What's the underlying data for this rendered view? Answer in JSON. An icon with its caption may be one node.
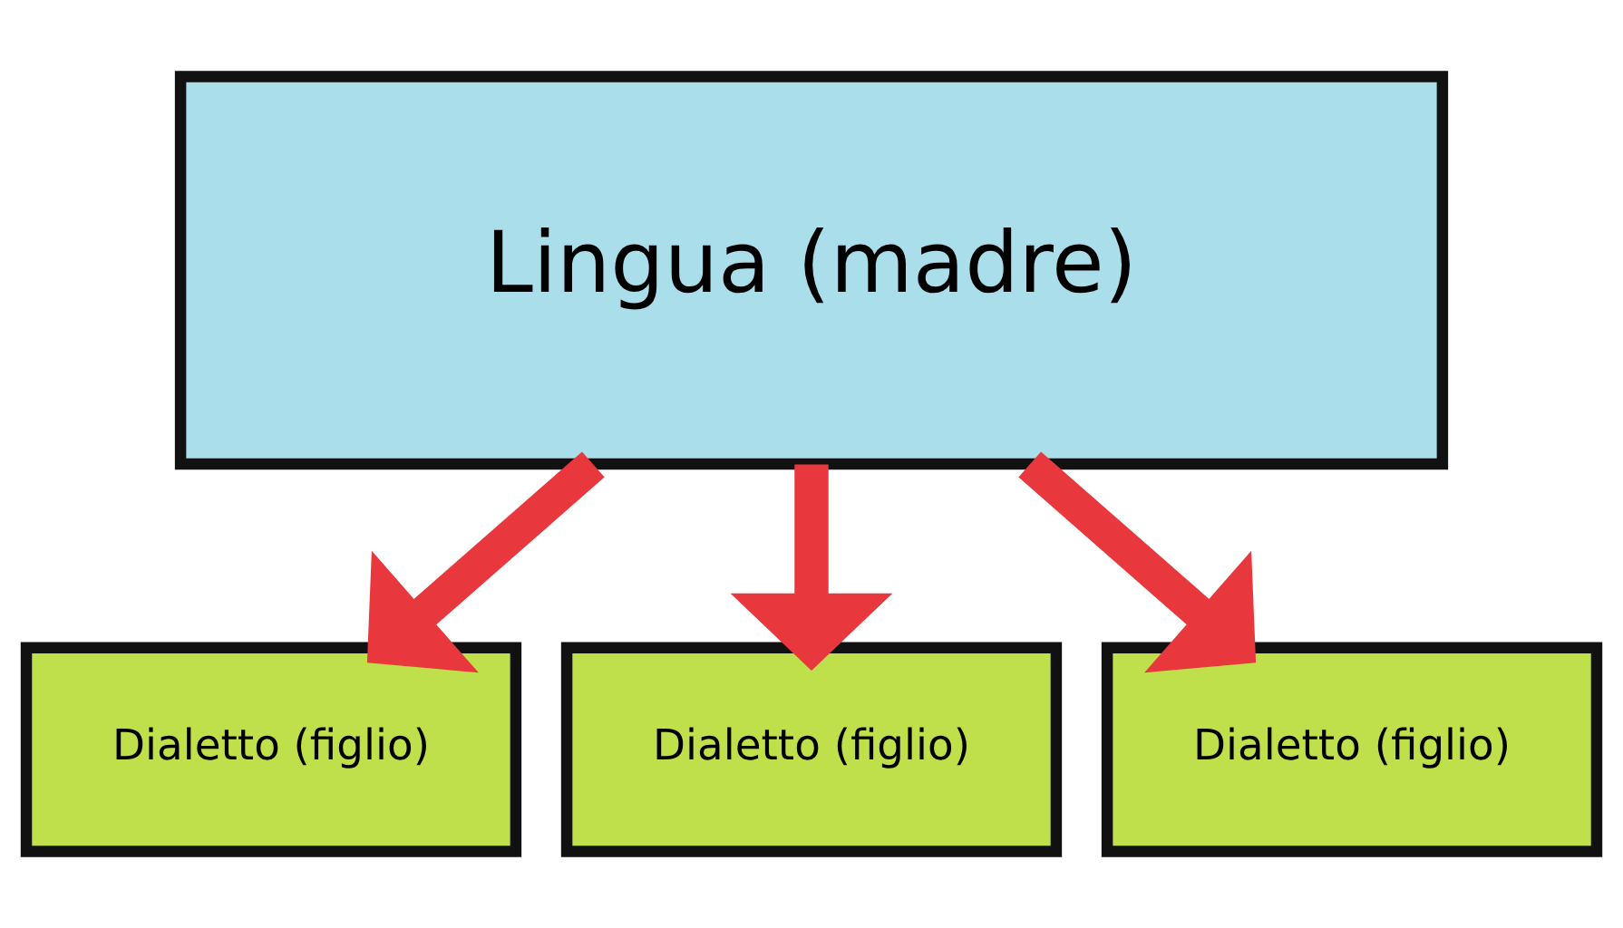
{
  "diagram": {
    "nodes": [
      {
        "text": [
          "Lingua (madre)"
        ]
      },
      {
        "text": [
          "Dialetto (figlio)"
        ]
      },
      {
        "text": [
          "Dialetto (figlio)"
        ]
      },
      {
        "text": [
          "Dialetto (figlio)"
        ]
      }
    ],
    "edges": [
      {
        "from": 0,
        "to": 1,
        "arrow": "to"
      },
      {
        "from": 0,
        "to": 2,
        "arrow": "to"
      },
      {
        "from": 0,
        "to": 3,
        "arrow": "to"
      }
    ]
  }
}
